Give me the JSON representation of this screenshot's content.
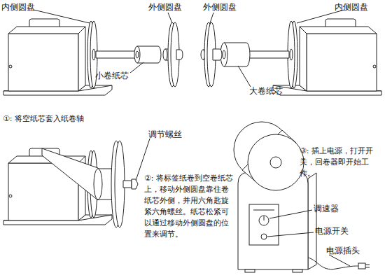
{
  "diagram": {
    "labels": [
      "内侧圆盘",
      "外侧圆盘",
      "外侧圆盘",
      "内侧圆盘",
      "小卷纸芯",
      "大卷纸芯",
      "①: 将空纸芯套入纸卷轴",
      "调节螺丝",
      "②: 将标签纸卷到空卷纸芯上，移动外侧圆盘靠住卷纸芯外侧，并用六角匙旋紧六角螺丝。纸芯松紧可以通过移动外侧圆盘的位置来调节。",
      "③: 插上电源，打开开关，回卷器即开始工作。",
      "调速器",
      "电源开关",
      "电源插头"
    ]
  }
}
